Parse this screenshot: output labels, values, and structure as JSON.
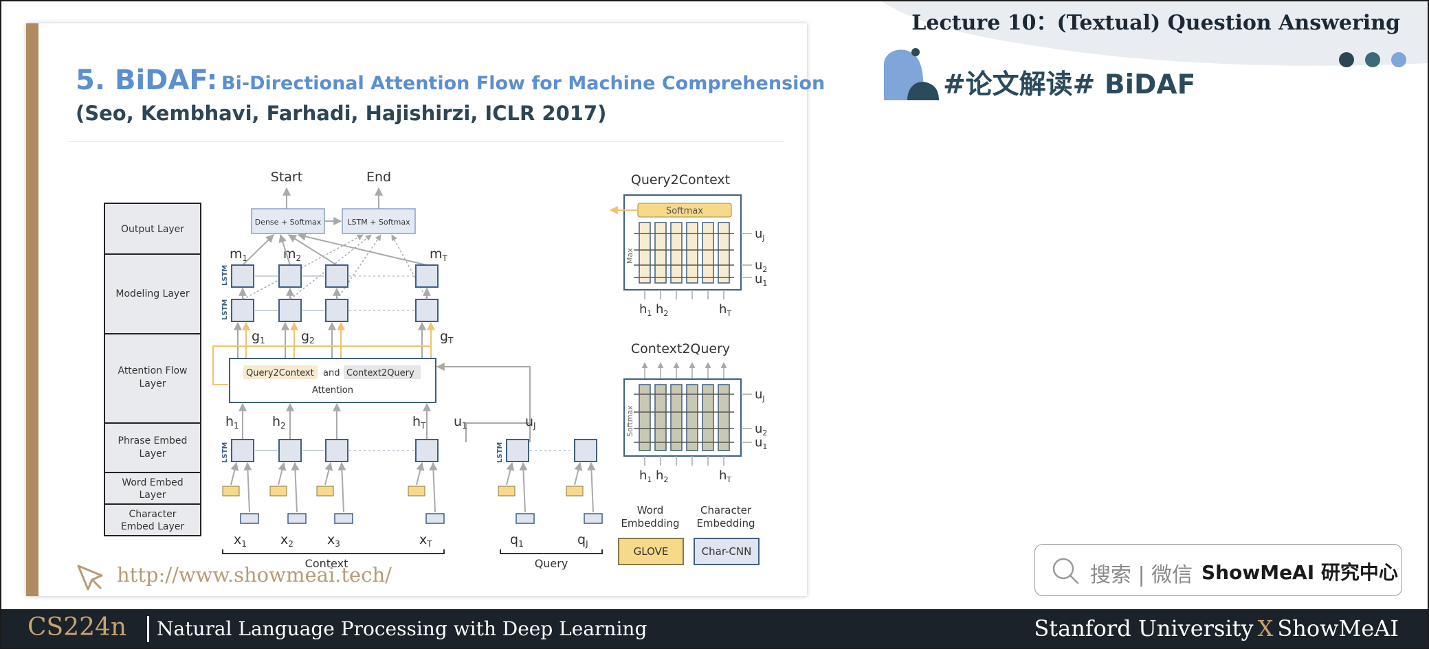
{
  "header": {
    "lecture_title": "Lecture 10：(Textual) Question Answering",
    "heading": "#论文解读# BiDAF",
    "dot_colors": [
      "#2b4552",
      "#3d6a7a",
      "#7fa5d9"
    ]
  },
  "slide": {
    "title_num": "5. BiDAF:",
    "title_sub": "Bi-Directional Attention Flow for Machine Comprehension",
    "authors": "(Seo, Kembhavi, Farhadi, Hajishirzi, ICLR 2017)",
    "url": "http://www.showmeai.tech/",
    "accent_color": "#5b8fd0"
  },
  "diagram": {
    "layers": [
      "Output Layer",
      "Modeling Layer",
      "Attention  Flow",
      "Layer",
      "Phrase Embed",
      "Layer",
      "Word Embed",
      "Layer",
      "Character",
      "Embed Layer"
    ],
    "start": "Start",
    "end": "End",
    "dense_softmax": "Dense + Softmax",
    "lstm_softmax": "LSTM + Softmax",
    "lstm": "LSTM",
    "m": [
      "m",
      "m",
      "m"
    ],
    "m_sub": [
      "1",
      "2",
      "T"
    ],
    "g": [
      "g",
      "g",
      "g"
    ],
    "g_sub": [
      "1",
      "2",
      "T"
    ],
    "h": [
      "h",
      "h",
      "h"
    ],
    "h_sub": [
      "1",
      "2",
      "T"
    ],
    "u": [
      "u",
      "u"
    ],
    "u_sub": [
      "1",
      "J"
    ],
    "attn_q2c": "Query2Context",
    "attn_and": "and",
    "attn_c2q": "Context2Query",
    "attn_label": "Attention",
    "x": [
      "x",
      "x",
      "x",
      "x"
    ],
    "x_sub": [
      "1",
      "2",
      "3",
      "T"
    ],
    "q": [
      "q",
      "q"
    ],
    "q_sub": [
      "1",
      "J"
    ],
    "context": "Context",
    "query": "Query",
    "q2c_title": "Query2Context",
    "c2q_title": "Context2Query",
    "softmax": "Softmax",
    "max": "Max",
    "right_u": [
      "u",
      "u",
      "u"
    ],
    "right_u_sub": [
      "J",
      "2",
      "1"
    ],
    "right_h": [
      "h",
      "h",
      "h"
    ],
    "right_h_sub": [
      "1",
      "2",
      "T"
    ],
    "word_embedding": [
      "Word",
      "Embedding"
    ],
    "char_embedding": [
      "Character",
      "Embedding"
    ],
    "glove": "GLOVE",
    "char_cnn": "Char-CNN"
  },
  "search": {
    "text": "搜索 | 微信",
    "brand": "ShowMeAI 研究中心"
  },
  "footer": {
    "course_code": "CS224n",
    "course_name": "Natural Language Processing with Deep Learning",
    "right_a": "Stanford University",
    "right_x": "X",
    "right_b": "ShowMeAI"
  }
}
